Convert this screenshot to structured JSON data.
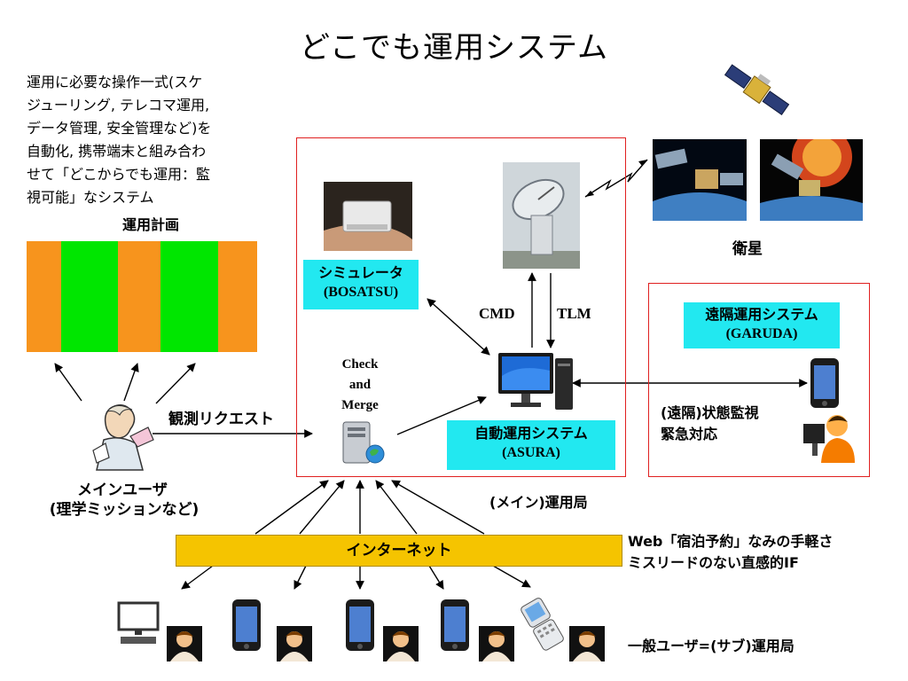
{
  "title": "どこでも運用システム",
  "description": [
    "運用に必要な操作一式(スケ",
    "ジューリング, テレコマ運用,",
    "データ管理, 安全管理など)を",
    "自動化, 携帯端末と組み合わ",
    "せて「どこからでも運用：監",
    "視可能」なシステム"
  ],
  "plan": {
    "label": "運用計画",
    "blocks": [
      {
        "color": "#f7941d"
      },
      {
        "color": "#00e600"
      },
      {
        "color": "#f7941d"
      },
      {
        "color": "#00e600"
      },
      {
        "color": "#f7941d"
      }
    ]
  },
  "main_user": {
    "line1": "メインユーザ",
    "line2": "(理学ミッションなど)"
  },
  "request_label": "観測リクエスト",
  "check_merge": [
    "Check",
    "and",
    "Merge"
  ],
  "simulator": {
    "line1": "シミュレータ",
    "line2": "(BOSATSU)"
  },
  "cmd": "CMD",
  "tlm": "TLM",
  "auto_system": {
    "line1": "自動運用システム",
    "line2": "(ASURA)"
  },
  "main_station": "(メイン)運用局",
  "satellite_label": "衛星",
  "remote": {
    "line1": "遠隔運用システム",
    "line2": "(GARUDA)",
    "status1": "(遠隔)状態監視",
    "status2": "緊急対応"
  },
  "internet": "インターネット",
  "web_note": {
    "line1": "Web「宿泊予約」なみの手軽さ",
    "line2": "ミスリードのない直感的IF"
  },
  "general_users": "一般ユーザ=(サブ)運用局",
  "colors": {
    "red_frame": "#e02020",
    "cyan_label": "#22e8f0",
    "internet_bar": "#f5c400"
  }
}
